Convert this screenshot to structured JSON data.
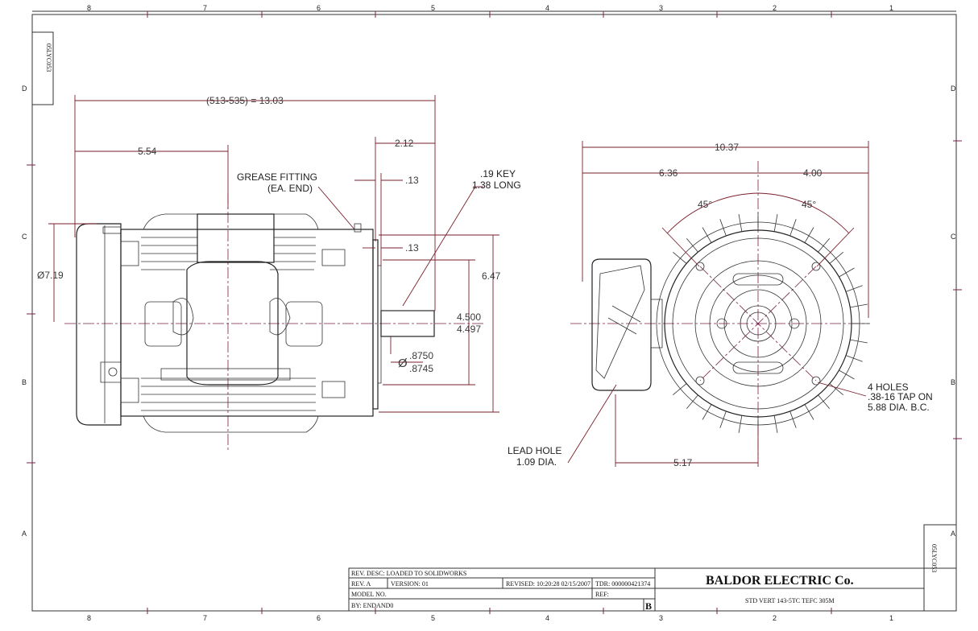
{
  "sheet_id": "05LYC053",
  "zones": {
    "columns": [
      "8",
      "7",
      "6",
      "5",
      "4",
      "3",
      "2",
      "1"
    ],
    "rows": [
      "D",
      "C",
      "B",
      "A"
    ]
  },
  "side_view": {
    "overall_length": "(513-535) = 13.03",
    "dim_554": "5.54",
    "dim_212": "2.12",
    "dim_013_top": ".13",
    "dim_013_mid": ".13",
    "dim_647": "6.47",
    "dia_719": "Ø7.19",
    "pilot_max": "4.500",
    "pilot_min": "4.497",
    "shaft_dia_symbol": "Ø",
    "shaft_max": ".8750",
    "shaft_min": ".8745",
    "grease_line1": "GREASE FITTING",
    "grease_line2": "(EA. END)",
    "key_line1": ".19 KEY",
    "key_line2": "1.38 LONG"
  },
  "end_view": {
    "dim_1037": "10.37",
    "dim_636": "6.36",
    "dim_400": "4.00",
    "angle_left": "45°",
    "angle_right": "45°",
    "dim_517": "5.17",
    "lead_line1": "LEAD HOLE",
    "lead_line2": "1.09 DIA.",
    "holes_line1": "4 HOLES",
    "holes_line2": ".38-16 TAP ON",
    "holes_line3": "5.88 DIA. B.C."
  },
  "title_block": {
    "rev_desc": "REV. DESC: LOADED TO SOLIDWORKS",
    "rev": "REV.  A",
    "version": "VERSION:  01",
    "revised": "REVISED:  10:20:28 02/15/2007",
    "tdr": "TDR:  000000421374",
    "model_no": "MODEL NO.",
    "ref": "REF:",
    "by": "BY: ENDAND0",
    "size": "B",
    "company": "BALDOR ELECTRIC Co.",
    "description": "STD VERT 143-5TC TEFC 305M"
  }
}
